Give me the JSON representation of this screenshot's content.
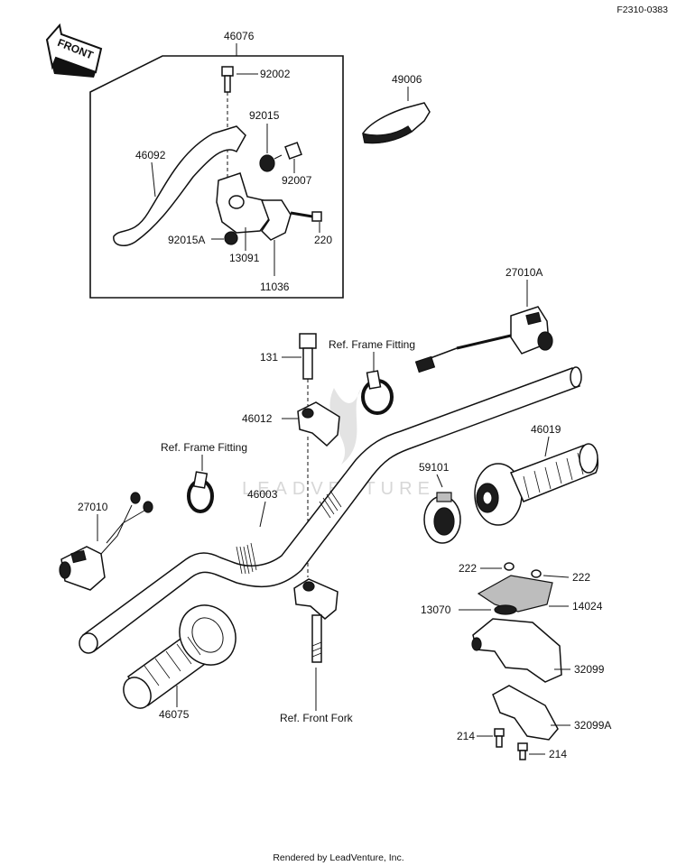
{
  "header": {
    "code": "F2310-0383"
  },
  "footer": {
    "rendered_by": "Rendered by LeadVenture, Inc."
  },
  "watermark": {
    "text": "LEADVENTURE"
  },
  "front_arrow": {
    "label": "FRONT"
  },
  "parts": {
    "p46076": "46076",
    "p92002": "92002",
    "p49006": "49006",
    "p92015": "92015",
    "p46092": "46092",
    "p92007": "92007",
    "p92015A": "92015A",
    "p220": "220",
    "p13091": "13091",
    "p11036": "11036",
    "p27010A": "27010A",
    "p131": "131",
    "p46012": "46012",
    "p46019": "46019",
    "p59101": "59101",
    "p46003": "46003",
    "p27010": "27010",
    "p222a": "222",
    "p222b": "222",
    "p14024": "14024",
    "p13070": "13070",
    "p32099": "32099",
    "p46075": "46075",
    "p32099A": "32099A",
    "p214a": "214",
    "p214b": "214"
  },
  "references": {
    "frame_fitting_upper": "Ref. Frame  Fitting",
    "frame_fitting_left": "Ref. Frame Fitting",
    "front_fork": "Ref. Front Fork"
  }
}
